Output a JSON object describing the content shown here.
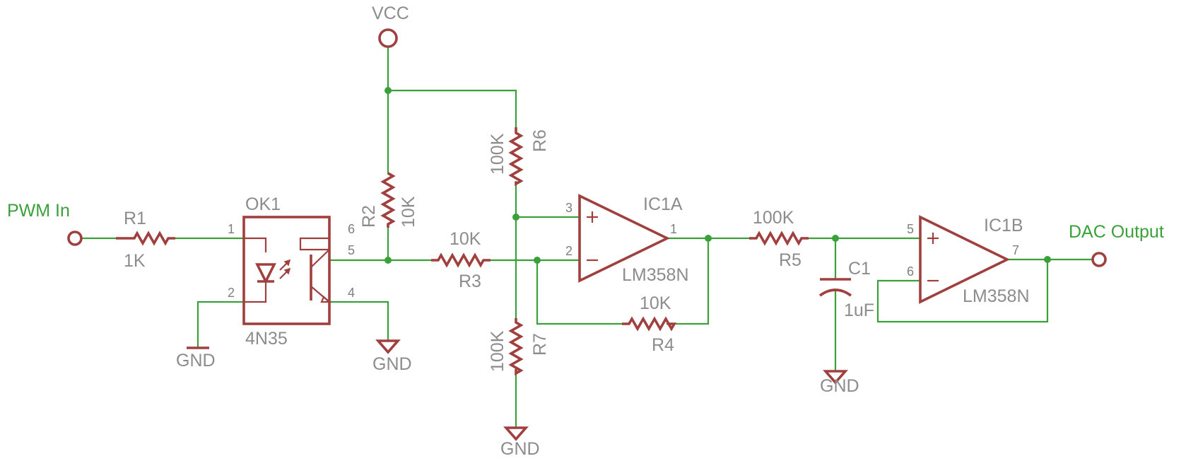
{
  "labels": {
    "vcc": "VCC",
    "pwm_in": "PWM In",
    "dac_output": "DAC Output",
    "gnd": "GND"
  },
  "components": {
    "r1": {
      "name": "R1",
      "value": "1K"
    },
    "r2": {
      "name": "R2",
      "value": "10K"
    },
    "r3": {
      "name": "R3",
      "value": "10K"
    },
    "r4": {
      "name": "R4",
      "value": "10K"
    },
    "r5": {
      "name": "R5",
      "value": "100K"
    },
    "r6": {
      "name": "R6",
      "value": "100K"
    },
    "r7": {
      "name": "R7",
      "value": "100K"
    },
    "c1": {
      "name": "C1",
      "value": "1uF"
    },
    "ok1": {
      "name": "OK1",
      "value": "4N35"
    },
    "ic1a": {
      "name": "IC1A",
      "value": "LM358N"
    },
    "ic1b": {
      "name": "IC1B",
      "value": "LM358N"
    }
  },
  "pins": {
    "ok1": [
      "1",
      "2",
      "6",
      "5",
      "4"
    ],
    "ic1a": [
      "3",
      "2",
      "1"
    ],
    "ic1b": [
      "5",
      "6",
      "7"
    ]
  },
  "colors": {
    "wire": "#3aa13a",
    "component": "#a0403e",
    "label": "#8c8c8c",
    "signal_label": "#3aa13a"
  }
}
